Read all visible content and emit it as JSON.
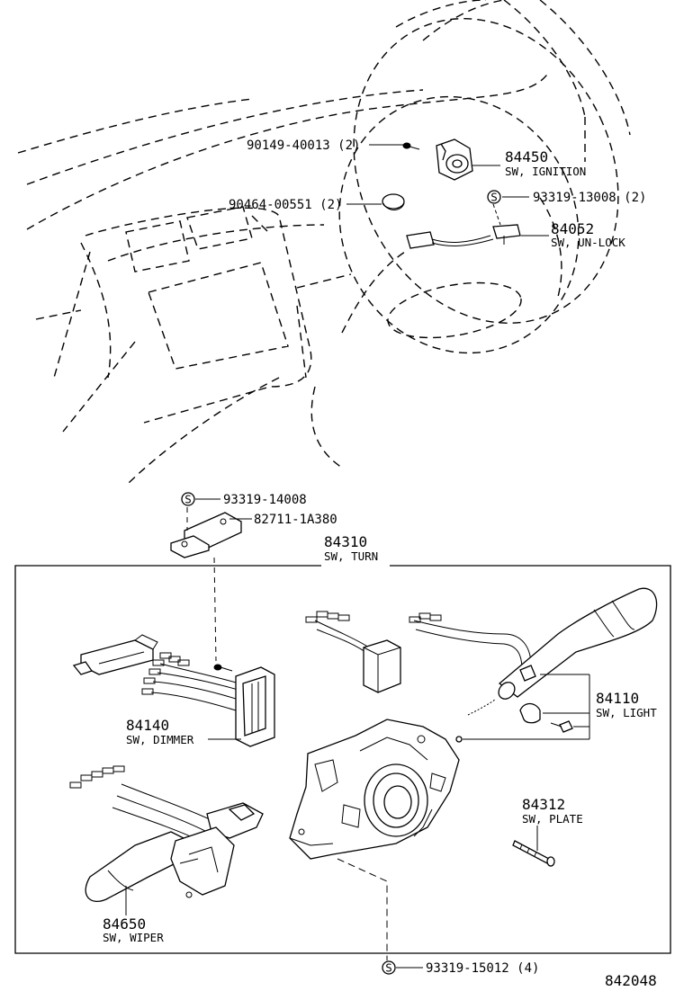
{
  "callouts": {
    "bolt_90149": "90149-40013 (2)",
    "clip_90464": "90464-00551 (2)",
    "ignition_no": "84450",
    "ignition_name": "SW, IGNITION",
    "screw_93319_13008": "93319-13008 (2)",
    "unlock_no": "84052",
    "unlock_name": "SW, UN-LOCK",
    "screw_93319_14008": "93319-14008",
    "bracket_82711": "82711-1A380",
    "turn_no": "84310",
    "turn_name": "SW, TURN",
    "dimmer_no": "84140",
    "dimmer_name": "SW, DIMMER",
    "light_no": "84110",
    "light_name": "SW, LIGHT",
    "plate_no": "84312",
    "plate_name": "SW, PLATE",
    "wiper_no": "84650",
    "wiper_name": "SW, WIPER",
    "screw_93319_15012": "93319-15012 (4)",
    "drawing_no": "842048"
  },
  "symbols": {
    "screw_mark": "S"
  }
}
